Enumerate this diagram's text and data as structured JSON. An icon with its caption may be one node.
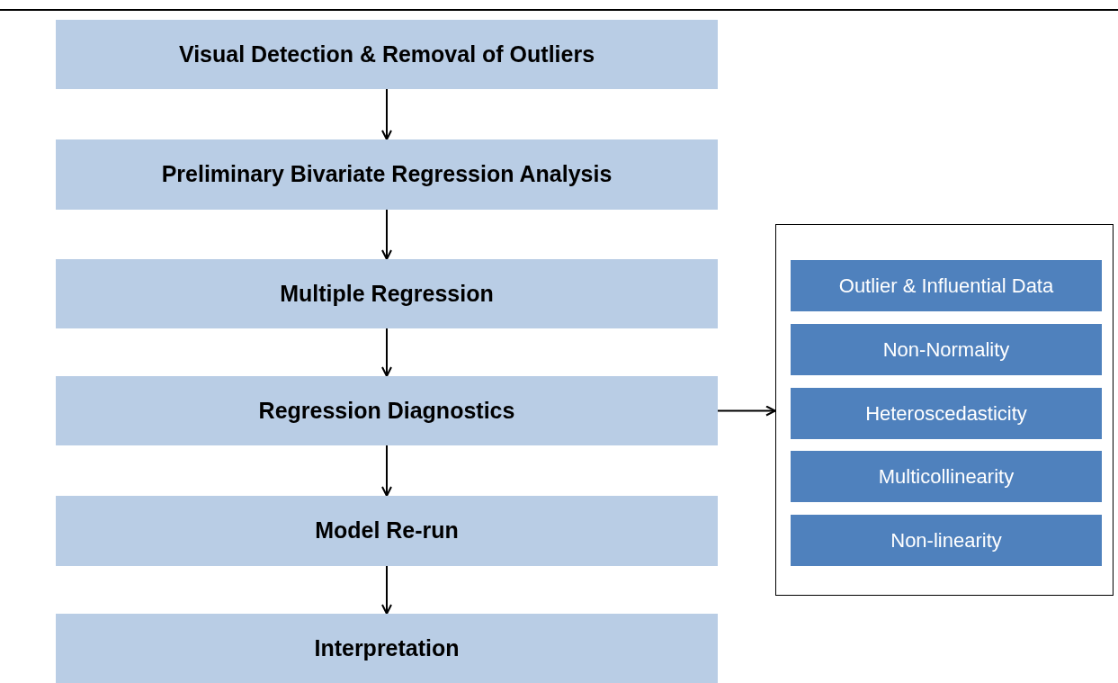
{
  "diagram": {
    "nodes": [
      {
        "text": [
          "Visual Detection & Removal of Outliers"
        ]
      },
      {
        "text": [
          "Preliminary Bivariate Regression Analysis"
        ]
      },
      {
        "text": [
          "Multiple Regression"
        ]
      },
      {
        "text": [
          "Regression Diagnostics"
        ]
      },
      {
        "text": [
          "Model Re-run"
        ]
      },
      {
        "text": [
          "Interpretation"
        ]
      },
      {
        "text": [],
        "shape": "box"
      },
      {
        "text": [
          "Outlier & Influential Data"
        ],
        "in": 6
      },
      {
        "text": [
          "Non-Normality"
        ],
        "in": 6
      },
      {
        "text": [
          "Heteroscedasticity"
        ],
        "in": 6
      },
      {
        "text": [
          "Multicollinearity"
        ],
        "in": 6
      },
      {
        "text": [
          "Non-linearity"
        ],
        "in": 6
      }
    ],
    "edges": [
      {
        "from": 0,
        "to": 1,
        "arrow": "to"
      },
      {
        "from": 1,
        "to": 2,
        "arrow": "to"
      },
      {
        "from": 2,
        "to": 3,
        "arrow": "to"
      },
      {
        "from": 3,
        "to": 4,
        "arrow": "to"
      },
      {
        "from": 4,
        "to": 5,
        "arrow": "to"
      },
      {
        "from": 3,
        "to": 6,
        "arrow": "to"
      }
    ]
  }
}
